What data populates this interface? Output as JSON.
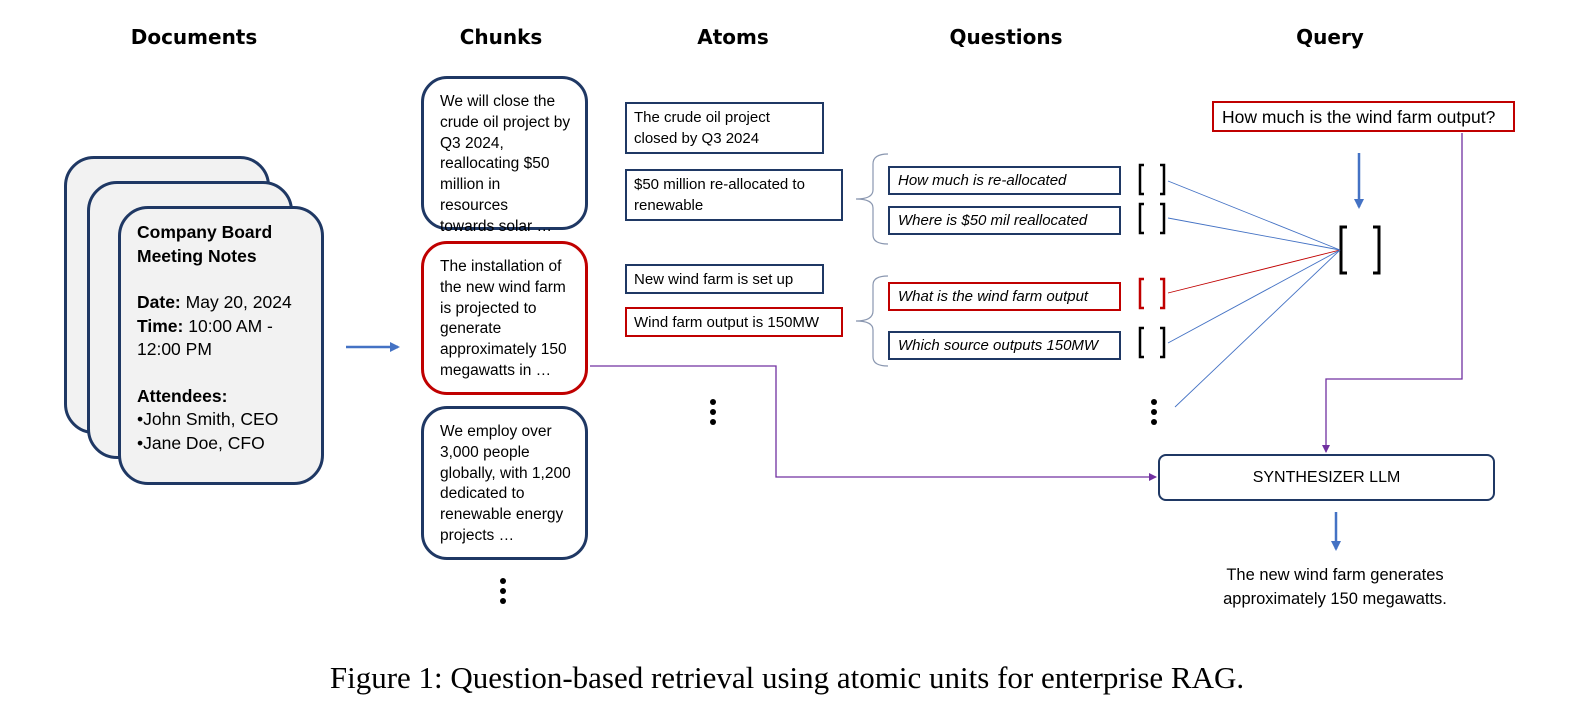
{
  "headers": {
    "documents": "Documents",
    "chunks": "Chunks",
    "atoms": "Atoms",
    "questions": "Questions",
    "query": "Query"
  },
  "document": {
    "title_line1": "Company Board",
    "title_line2": "Meeting Notes",
    "date_label": "Date:",
    "date_value": "May 20, 2024",
    "time_label": "Time:",
    "time_value": "10:00 AM -",
    "time_value2": "12:00 PM",
    "attendees_label": "Attendees:",
    "attendee1": "•John Smith, CEO",
    "attendee2": "•Jane Doe, CFO"
  },
  "chunks": [
    {
      "lines": [
        "We will close the",
        "crude oil project by",
        "Q3 2024,",
        "reallocating $50",
        "million in resources",
        "towards solar …"
      ]
    },
    {
      "lines": [
        "The installation of",
        "the new wind farm",
        "is projected to",
        "generate",
        "approximately 150",
        "megawatts in …"
      ]
    },
    {
      "lines": [
        "We employ over",
        "3,000 people",
        "globally, with 1,200",
        "dedicated to",
        "renewable energy",
        "projects …"
      ]
    }
  ],
  "atoms": [
    {
      "line1": "The crude oil project",
      "line2": "closed by Q3 2024"
    },
    {
      "line1": "$50 million re-allocated to",
      "line2": "renewable"
    },
    {
      "line1": "New wind farm is set up",
      "line2": ""
    },
    {
      "line1": "Wind farm output is 150MW",
      "line2": ""
    }
  ],
  "questions": [
    "How much is re-allocated",
    "Where is $50 mil reallocated",
    "What is the wind farm output",
    "Which source outputs 150MW"
  ],
  "query": "How much is the wind farm output?",
  "synthesizer": "SYNTHESIZER LLM",
  "answer_line1": "The new wind farm generates",
  "answer_line2": "approximately 150 megawatts.",
  "caption": "Figure 1: Question-based retrieval using atomic units for enterprise RAG.",
  "colors": {
    "navy": "#1f3864",
    "red": "#c00000",
    "blue_arrow": "#4472c4",
    "purple_line": "#7030a0",
    "card_fill": "#f2f2f2"
  }
}
